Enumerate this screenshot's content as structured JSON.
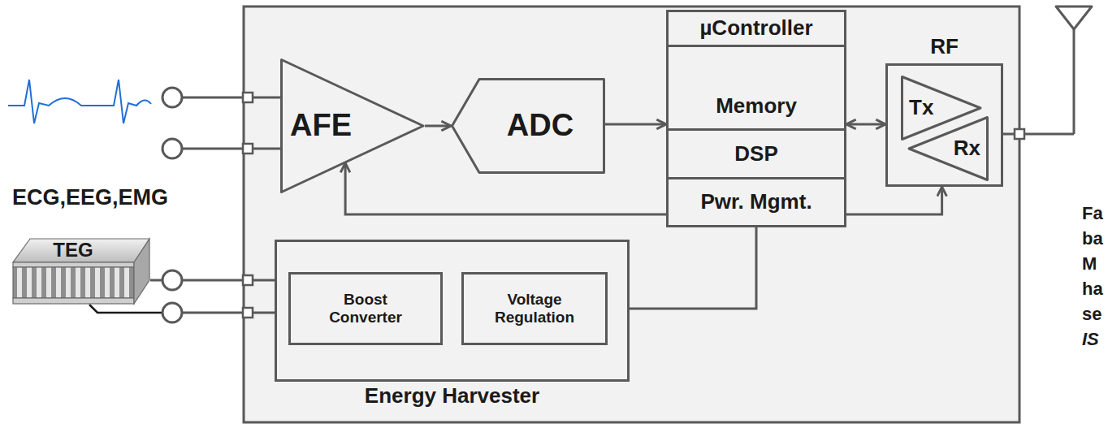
{
  "diagram": {
    "nodes": [
      {
        "text": [
          "AFE"
        ]
      },
      {
        "text": [
          "ADC"
        ]
      },
      {
        "text": [
          "µController"
        ]
      },
      {
        "text": [
          "Memory"
        ]
      },
      {
        "text": [
          "DSP"
        ]
      },
      {
        "text": [
          "Pwr. Mgmt."
        ]
      },
      {
        "text": [
          "RF"
        ]
      },
      {
        "text": [
          "Tx"
        ],
        "in": 6
      },
      {
        "text": [
          "Rx"
        ],
        "in": 6
      },
      {
        "text": [
          "TEG"
        ]
      },
      {
        "text": [
          "Energy Harvester"
        ]
      },
      {
        "text": [
          "Boost Converter"
        ],
        "in": 10
      },
      {
        "text": [
          "Voltage Regulation"
        ],
        "in": 10
      }
    ],
    "edges": [
      {
        "from": 0,
        "to": 1,
        "arrow": "to"
      },
      {
        "from": 1,
        "to": 3,
        "arrow": "to"
      },
      {
        "from": 3,
        "to": 6,
        "arrow": "both"
      },
      {
        "from": 5,
        "to": 0,
        "arrow": "to"
      },
      {
        "from": 5,
        "to": 6,
        "arrow": "to"
      },
      {
        "from": 5,
        "to": 12,
        "arrow": "to"
      },
      {
        "from": 11,
        "to": 12,
        "arrow": "to"
      },
      {
        "from": 9,
        "to": 11,
        "arrow": "none"
      }
    ],
    "labels": [
      "ECG,EEG,EMG",
      "Fa",
      "ba",
      "M",
      "ha",
      "se",
      "IS"
    ]
  }
}
